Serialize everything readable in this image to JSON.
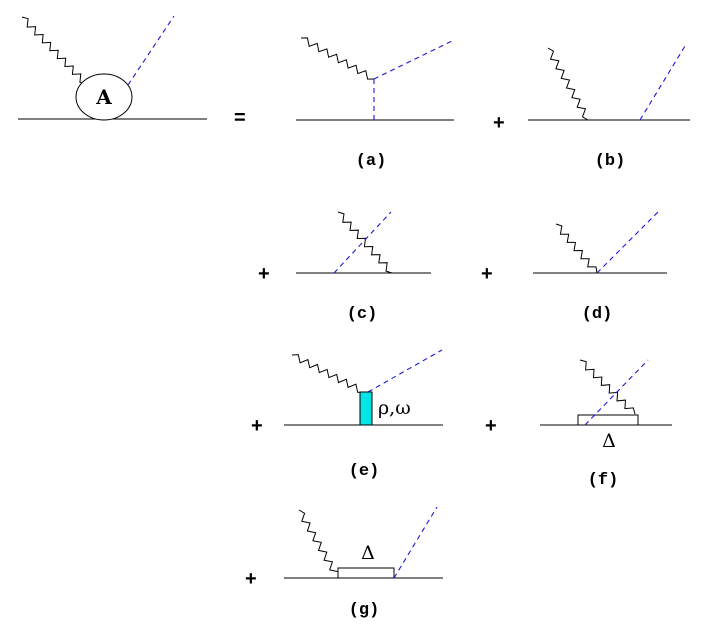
{
  "diagrams": {
    "lhs": {
      "blob_label": "A"
    },
    "a": {
      "label": "(a)"
    },
    "b": {
      "label": "(b)"
    },
    "c": {
      "label": "(c)"
    },
    "d": {
      "label": "(d)"
    },
    "e": {
      "label": "(e)",
      "exchange_label": "ρ,ω",
      "exchange_color": "#00e5e5"
    },
    "f": {
      "label": "(f)",
      "delta_label": "Δ"
    },
    "g": {
      "label": "(g)",
      "delta_label": "Δ"
    }
  },
  "operators": {
    "equals": "=",
    "plus": "+"
  },
  "colors": {
    "meson_line": "#1a1ad6",
    "exchange_box": "#00e5e5"
  }
}
